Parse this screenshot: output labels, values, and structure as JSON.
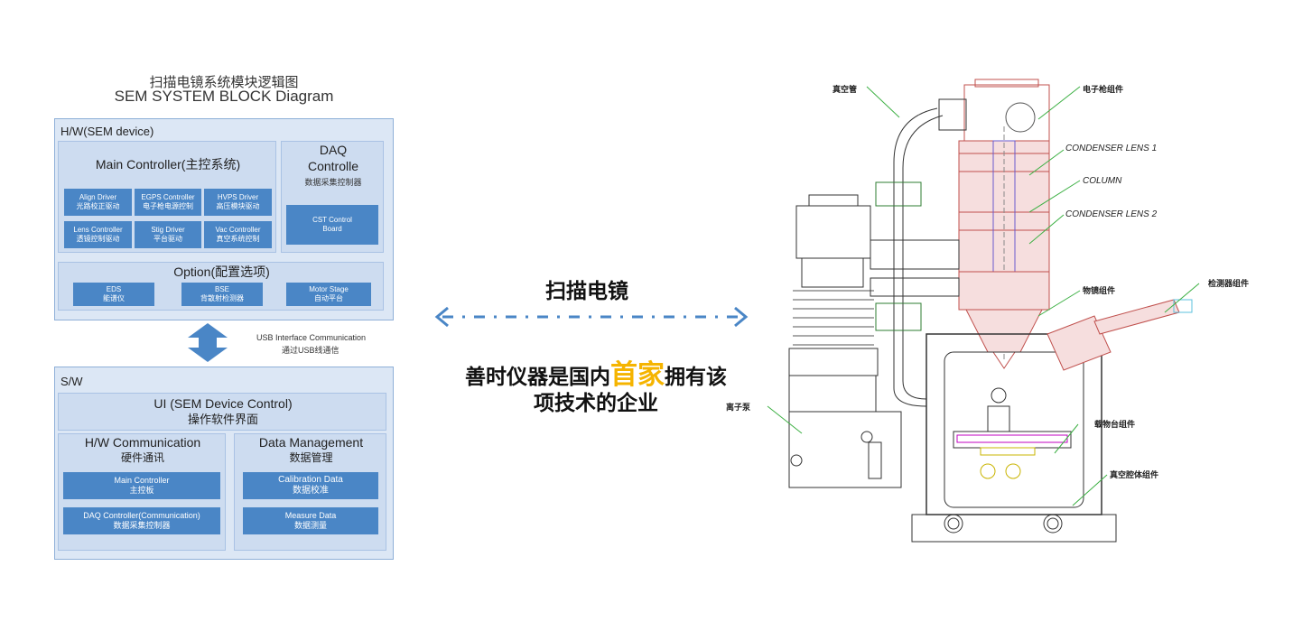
{
  "diagram": {
    "title_cn": "扫描电镜系统模块逻辑图",
    "title_en": "SEM SYSTEM BLOCK Diagram",
    "hw": {
      "label": "H/W(SEM device)",
      "main_controller": {
        "title": "Main Controller(主控系统)",
        "blocks": [
          {
            "en": "Align Driver",
            "cn": "光路校正驱动"
          },
          {
            "en": "EGPS Controller",
            "cn": "电子枪电源控制"
          },
          {
            "en": "HVPS Driver",
            "cn": "高压模块驱动"
          },
          {
            "en": "Lens Controller",
            "cn": "透镜控制驱动"
          },
          {
            "en": "Stig Driver",
            "cn": "平台驱动"
          },
          {
            "en": "Vac Controller",
            "cn": "真空系统控制"
          }
        ]
      },
      "daq": {
        "title1": "DAQ",
        "title2": "Controlle",
        "subtitle": "数据采集控制器",
        "block_line1": "CST Control",
        "block_line2": "Board"
      },
      "option": {
        "title": "Option(配置选项)",
        "blocks": [
          {
            "en": "EDS",
            "cn": "能谱仪"
          },
          {
            "en": "BSE",
            "cn": "背散射检测器"
          },
          {
            "en": "Motor Stage",
            "cn": "自动平台"
          }
        ]
      }
    },
    "usb": {
      "en": "USB Interface Communication",
      "cn": "通过USB线通信"
    },
    "sw": {
      "label": "S/W",
      "ui": {
        "title": "UI (SEM Device Control)",
        "subtitle": "操作软件界面"
      },
      "hw_comm": {
        "title": "H/W Communication",
        "subtitle": "硬件通讯",
        "blocks": [
          {
            "en": "Main Controller",
            "cn": "主控板"
          },
          {
            "en": "DAQ Controller(Communication)",
            "cn": "数据采集控制器"
          }
        ]
      },
      "data_mgmt": {
        "title": "Data Management",
        "subtitle": "数据管理",
        "blocks": [
          {
            "en": "Calibration Data",
            "cn": "数据校准"
          },
          {
            "en": "Measure Data",
            "cn": "数据测量"
          }
        ]
      }
    }
  },
  "center": {
    "heading": "扫描电镜",
    "line1_pre": "善时仪器是国内",
    "line1_highlight": "首家",
    "line1_post": "拥有该",
    "line2": "项技术的企业",
    "highlight_color": "#f5b400",
    "arrow_color": "#4a86c6"
  },
  "drawing": {
    "labels": {
      "vacuum_tube": "真空管",
      "electron_gun": "电子枪组件",
      "condenser1": "CONDENSER LENS 1",
      "column": "COLUMN",
      "condenser2": "CONDENSER LENS 2",
      "objective": "物镜组件",
      "detector": "检测器组件",
      "ion_pump": "离子泵",
      "stage": "载物台组件",
      "chamber": "真空腔体组件"
    }
  }
}
